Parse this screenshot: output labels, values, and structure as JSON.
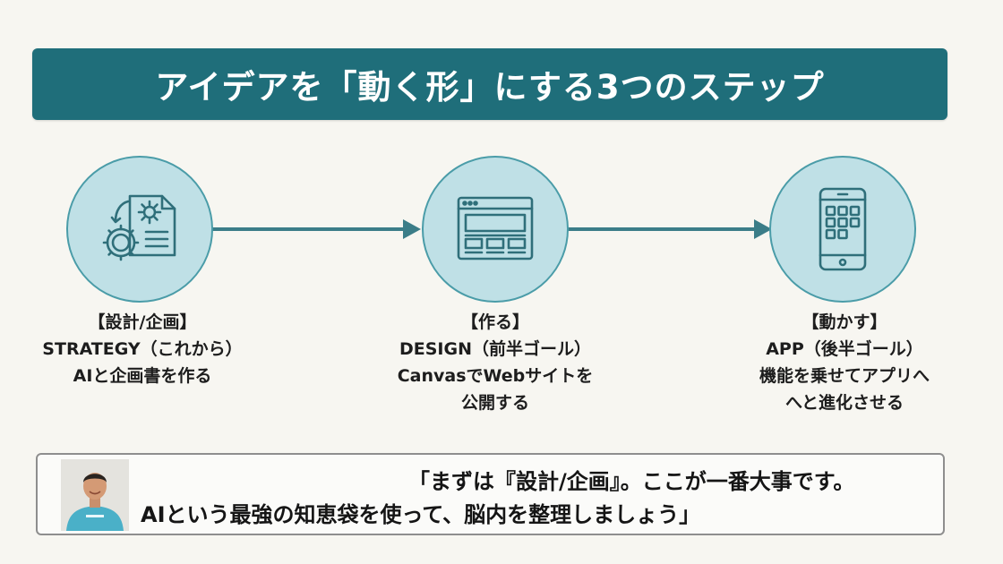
{
  "title": "アイデアを「動く形」にする3つのステップ",
  "steps": [
    {
      "icon": "gear-document-icon",
      "label_line1": "【設計/企画】",
      "label_line2": "STRATEGY（これから）",
      "label_line3": "AIと企画書を作る",
      "label_line4": ""
    },
    {
      "icon": "browser-window-icon",
      "label_line1": "【作る】",
      "label_line2": "DESIGN（前半ゴール）",
      "label_line3": "CanvasでWebサイトを",
      "label_line4": "公開する"
    },
    {
      "icon": "smartphone-app-icon",
      "label_line1": "【動かす】",
      "label_line2": "APP（後半ゴール）",
      "label_line3": "機能を乗せてアプリへ",
      "label_line4": "へと進化させる"
    }
  ],
  "caption": {
    "line1": "「まずは『設計/企画』。ここが一番大事です。",
    "line2": "AIという最強の知恵袋を使って、脳内を整理しましょう」"
  },
  "colors": {
    "title_bar": "#1f6e7a",
    "circle_fill": "#bfe0e6",
    "circle_border": "#4a9ca8",
    "icon_stroke": "#2f6f7a",
    "arrow": "#3b7d88"
  }
}
